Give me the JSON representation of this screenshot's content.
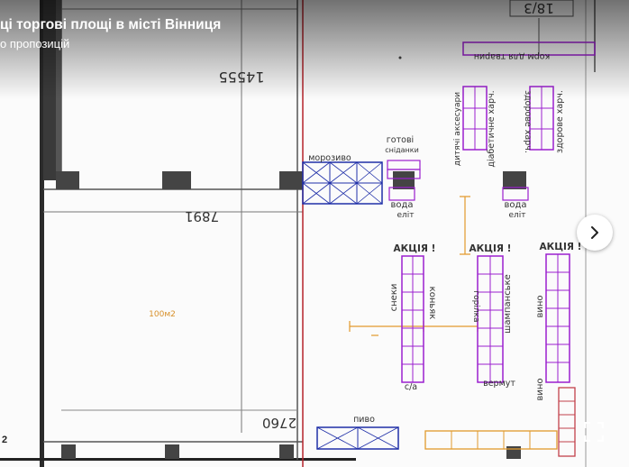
{
  "gallery": {
    "title": "ці торгові площі в місті Вінниця",
    "subtitle": "о пропозицій",
    "counter": "2"
  },
  "plan": {
    "dims": {
      "top_right": "18/3",
      "upper_mid": "14555",
      "mid": "7891",
      "bottom": "2760"
    },
    "area_label": "100м2",
    "zones": {
      "pet_food": "корм для тварин",
      "baby_accessories": "дитячі аксесуари",
      "diabetic_food": "діабетичне харч.",
      "healthy_food_1": "здорове харч.",
      "healthy_food_2": "здорове харч.",
      "ready_breakfast_1": "готові",
      "ready_breakfast_2": "сніданки",
      "ice_cream": "морозиво",
      "water_left": "вода",
      "water_left_sub": "еліт",
      "water_right": "вода",
      "water_right_sub": "еліт",
      "promo_1": "АКЦІЯ !",
      "promo_2": "АКЦІЯ !",
      "promo_3": "АКЦІЯ !",
      "snacks": "снеки",
      "cognac": "коньяк",
      "vodka": "горілка",
      "champagne": "шампанське",
      "wine_1": "вино",
      "wine_2": "вино",
      "vermouth": "вермут",
      "soft_drinks": "с/а",
      "beer": "пиво"
    }
  },
  "colors": {
    "rack_purple": "#9b1fcf",
    "freezer_blue": "#1f2fa8",
    "rack_orange": "#e29a2c",
    "rack_red": "#c2404b",
    "wall_red": "#b4232a"
  },
  "controls": {
    "next_icon": "chevron-right-icon",
    "fullscreen_icon": "fullscreen-icon"
  }
}
